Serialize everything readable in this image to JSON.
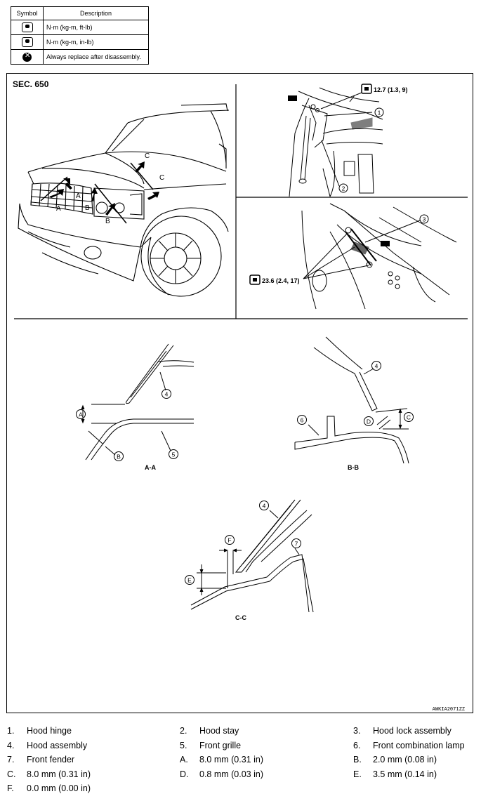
{
  "symbol_table": {
    "headers": {
      "symbol": "Symbol",
      "description": "Description"
    },
    "rows": [
      {
        "icon": "torque-wrench-icon",
        "description": "N·m (kg-m, ft-lb)"
      },
      {
        "icon": "torque-wrench-small-icon",
        "description": "N·m (kg-m, in-lb)"
      },
      {
        "icon": "replace-x-icon",
        "description": "Always replace after disassembly."
      }
    ]
  },
  "diagram": {
    "section": "SEC. 650",
    "torque_1": "12.7 (1.3, 9)",
    "torque_2": "23.6 (2.4, 17)",
    "view_letters": {
      "a": "A",
      "b": "B",
      "c": "C",
      "d": "D",
      "e": "E",
      "f": "F"
    },
    "callouts": {
      "n1": "1",
      "n2": "2",
      "n3": "3",
      "n4": "4",
      "n5": "5",
      "n6": "6",
      "n7": "7"
    },
    "section_labels": {
      "aa": "A-A",
      "bb": "B-B",
      "cc": "C-C"
    },
    "figure_code": "AWKIA2071ZZ"
  },
  "legend": [
    {
      "num": "1.",
      "text": "Hood hinge"
    },
    {
      "num": "2.",
      "text": "Hood stay"
    },
    {
      "num": "3.",
      "text": "Hood lock assembly"
    },
    {
      "num": "4.",
      "text": "Hood assembly"
    },
    {
      "num": "5.",
      "text": "Front grille"
    },
    {
      "num": "6.",
      "text": "Front combination lamp"
    },
    {
      "num": "7.",
      "text": "Front fender"
    },
    {
      "num": "A.",
      "text": "8.0 mm (0.31 in)"
    },
    {
      "num": "B.",
      "text": "2.0 mm (0.08 in)"
    },
    {
      "num": "C.",
      "text": "8.0 mm (0.31 in)"
    },
    {
      "num": "D.",
      "text": "0.8 mm (0.03 in)"
    },
    {
      "num": "E.",
      "text": "3.5 mm (0.14 in)"
    },
    {
      "num": "F.",
      "text": "0.0 mm (0.00 in)"
    }
  ]
}
